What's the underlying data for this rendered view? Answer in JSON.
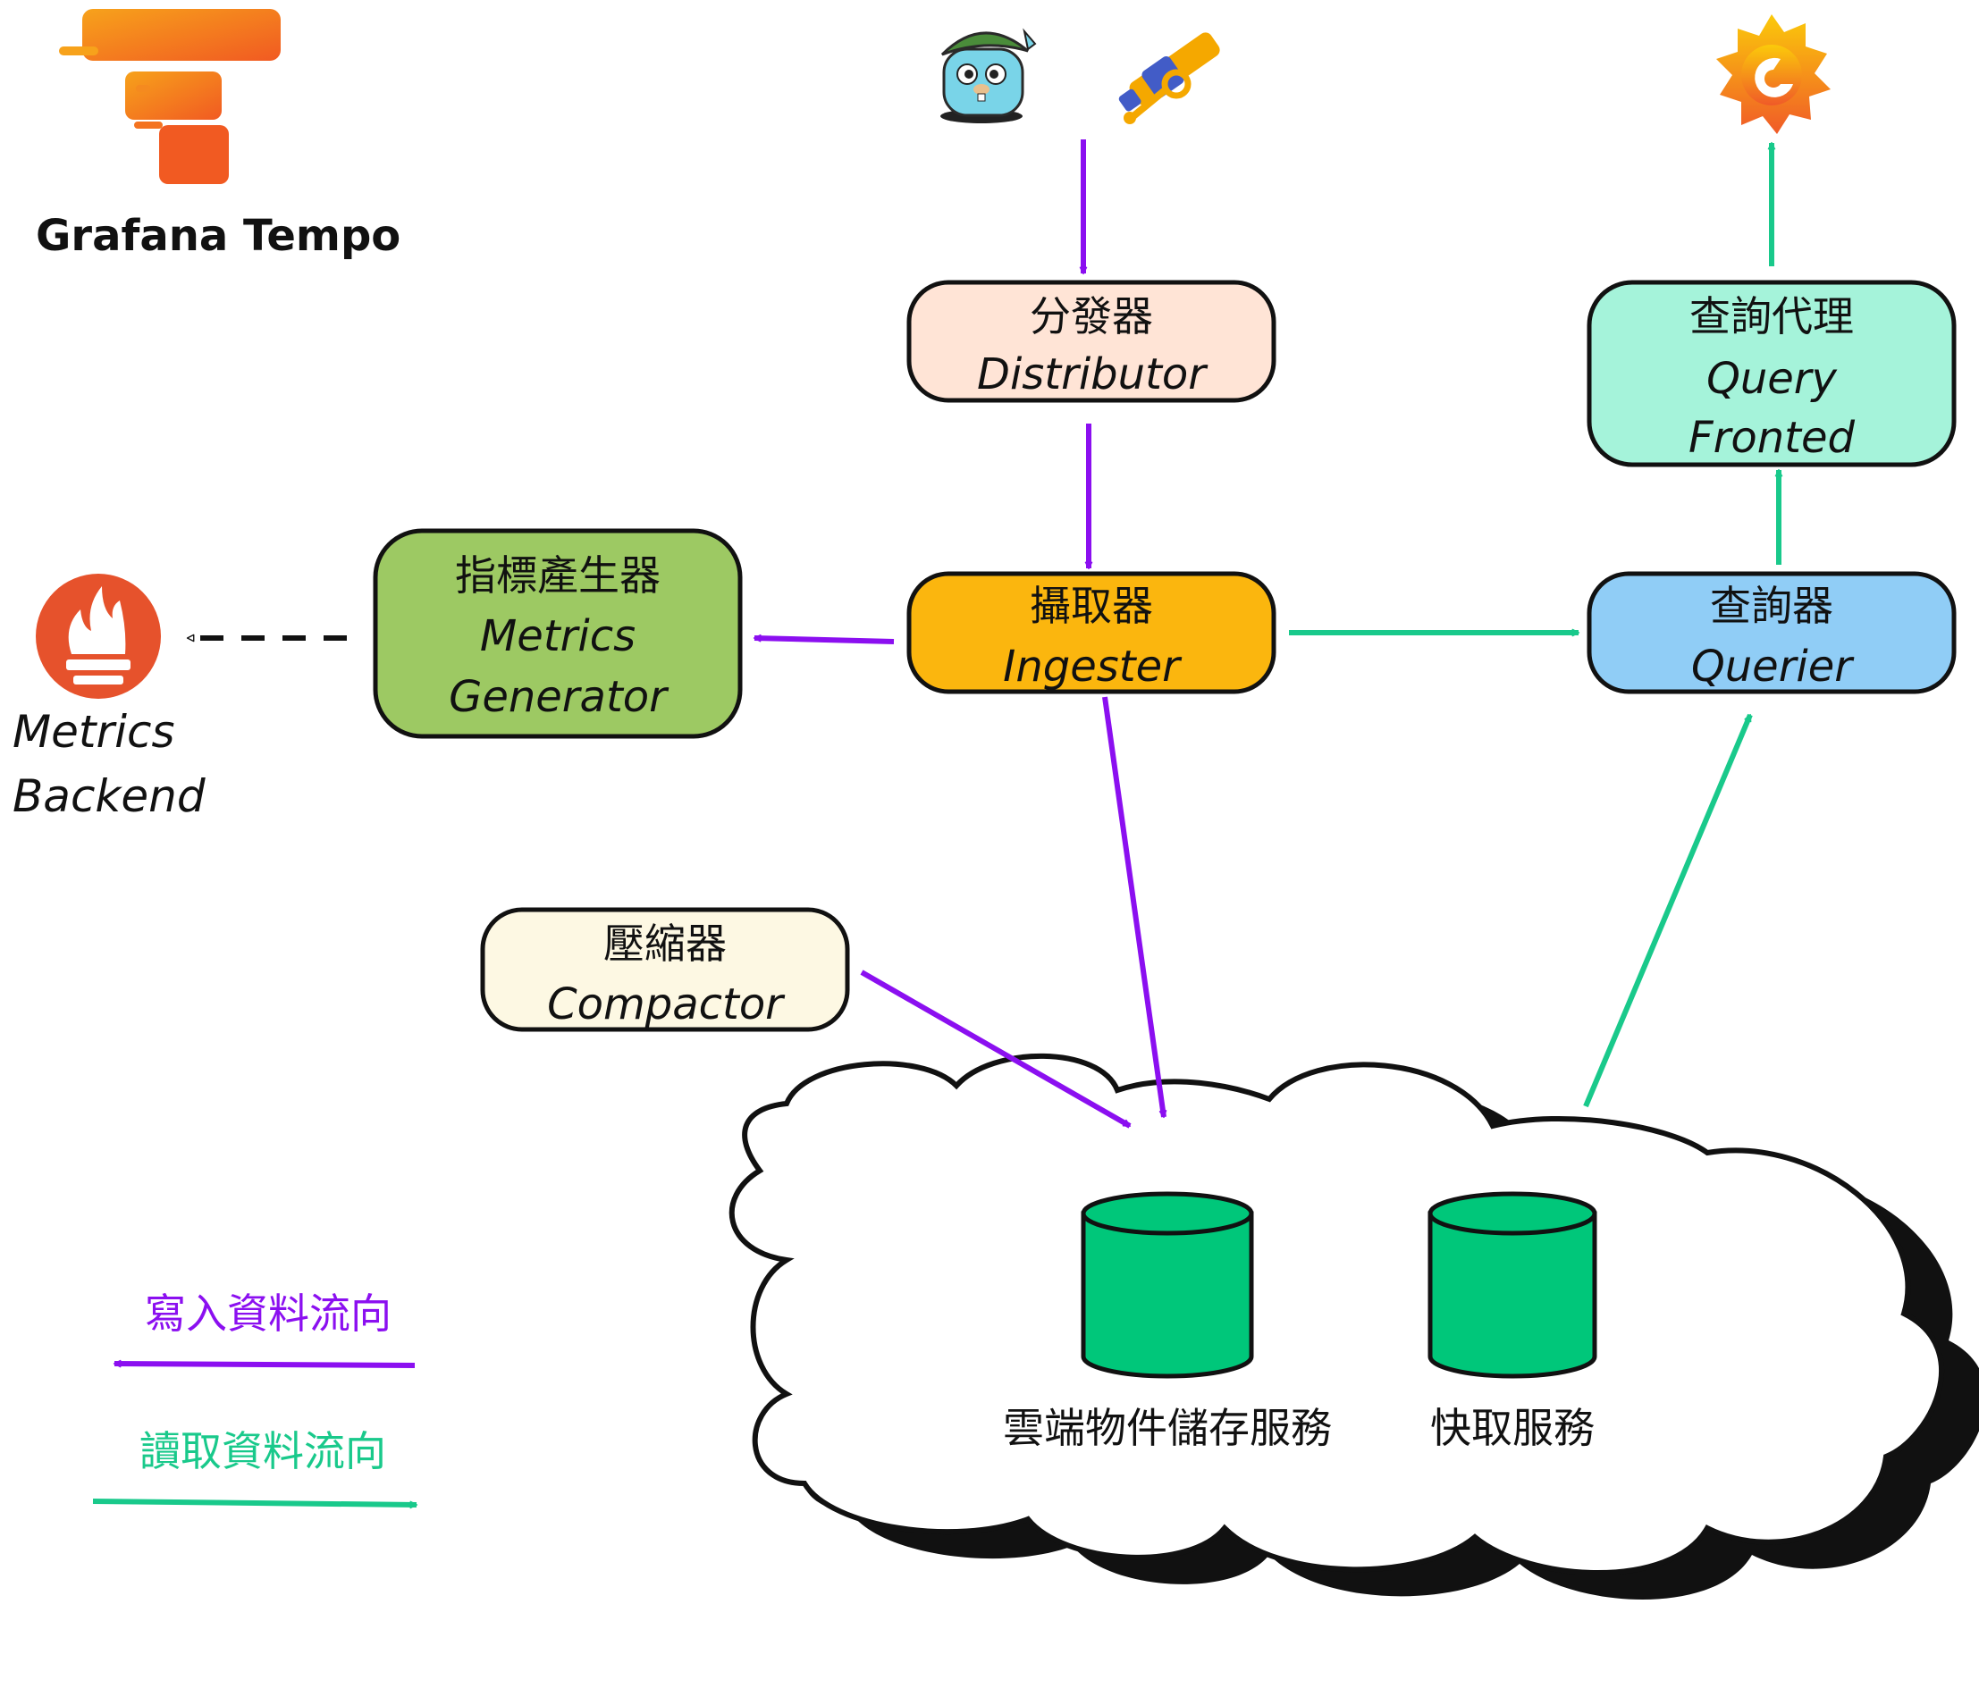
{
  "brand": {
    "name": "Grafana Tempo"
  },
  "nodes": {
    "distributor": {
      "zh": "分發器",
      "en": "Distributor",
      "fill": "#ffe4d6"
    },
    "ingester": {
      "zh": "攝取器",
      "en": "Ingester",
      "fill": "#fbb60e"
    },
    "metrics_generator": {
      "zh": "指標產生器",
      "en_line1": "Metrics",
      "en_line2": "Generator",
      "fill": "#9dc963"
    },
    "querier": {
      "zh": "查詢器",
      "en": "Querier",
      "fill": "#90cdf6"
    },
    "query_frontend": {
      "zh": "查詢代理",
      "en_line1": "Query",
      "en_line2": "Fronted",
      "fill": "#a5f3da"
    },
    "compactor": {
      "zh": "壓縮器",
      "en": "Compactor",
      "fill": "#fdf8e3"
    }
  },
  "metrics_backend": {
    "line1": "Metrics",
    "line2": "Backend"
  },
  "storage": {
    "object_storage_label": "雲端物件儲存服務",
    "cache_label": "快取服務",
    "cylinder_color": "#00c77a"
  },
  "legend": {
    "write_label": "寫入資料流向",
    "read_label": "讀取資料流向",
    "write_color": "#8b0ff0",
    "read_color": "#19c98b"
  },
  "icons": {
    "brand_logo": "tempo-logo-icon",
    "gopher": "gopher-icon",
    "telescope": "opentelemetry-telescope-icon",
    "grafana": "grafana-logo-icon",
    "prometheus": "prometheus-logo-icon"
  }
}
